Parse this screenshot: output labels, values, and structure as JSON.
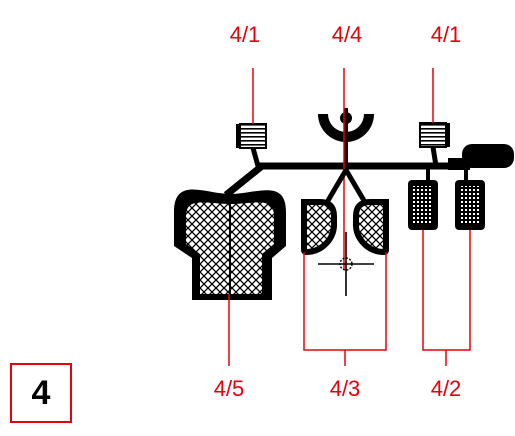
{
  "colors": {
    "accent": "#e8000b",
    "ink": "#000000"
  },
  "figure_number": "4",
  "labels": {
    "top_left": "4/1",
    "top_center": "4/4",
    "top_right": "4/1",
    "bottom_left": "4/5",
    "bottom_center": "4/3",
    "bottom_right": "4/2"
  }
}
